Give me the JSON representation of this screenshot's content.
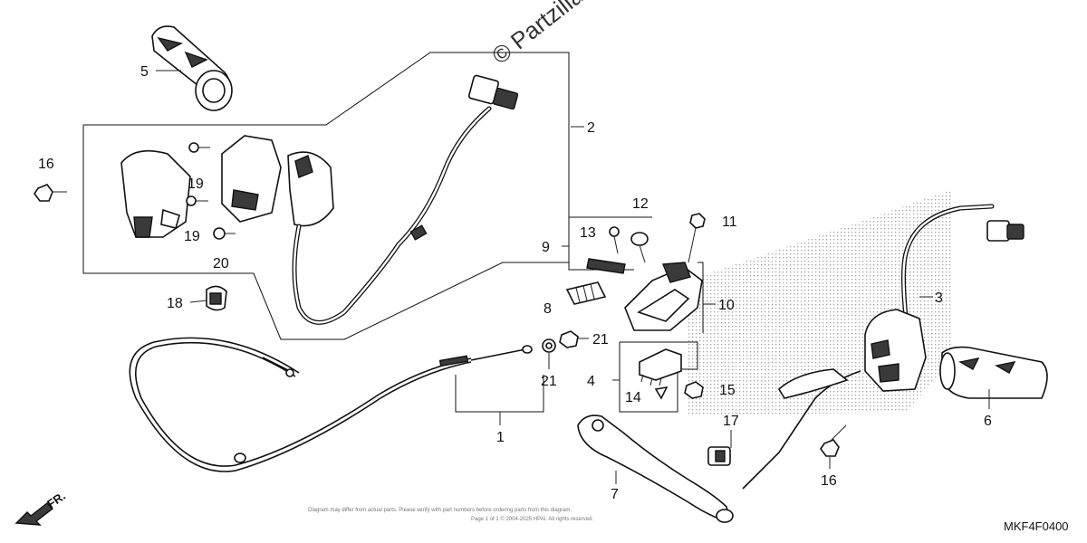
{
  "watermark": "© Partzilla.com",
  "diagram_code": "MKF4F0400",
  "front_indicator": "FR.",
  "fine_print": [
    "Diagram may differ from actual parts. Please verify with part numbers before ordering parts from this diagram.",
    "Page 1 of 1 © 2004-2025 HPAI. All rights reserved."
  ],
  "callouts": [
    {
      "id": "c1",
      "label": "1"
    },
    {
      "id": "c2",
      "label": "2"
    },
    {
      "id": "c3",
      "label": "3"
    },
    {
      "id": "c4",
      "label": "4"
    },
    {
      "id": "c5",
      "label": "5"
    },
    {
      "id": "c6",
      "label": "6"
    },
    {
      "id": "c7",
      "label": "7"
    },
    {
      "id": "c8",
      "label": "8"
    },
    {
      "id": "c9",
      "label": "9"
    },
    {
      "id": "c10",
      "label": "10"
    },
    {
      "id": "c11",
      "label": "11"
    },
    {
      "id": "c12",
      "label": "12"
    },
    {
      "id": "c13",
      "label": "13"
    },
    {
      "id": "c14",
      "label": "14"
    },
    {
      "id": "c15",
      "label": "15"
    },
    {
      "id": "c16a",
      "label": "16"
    },
    {
      "id": "c16b",
      "label": "16"
    },
    {
      "id": "c17",
      "label": "17"
    },
    {
      "id": "c18",
      "label": "18"
    },
    {
      "id": "c19a",
      "label": "19"
    },
    {
      "id": "c19b",
      "label": "19"
    },
    {
      "id": "c20",
      "label": "20"
    },
    {
      "id": "c21a",
      "label": "21"
    },
    {
      "id": "c21b",
      "label": "21"
    }
  ]
}
